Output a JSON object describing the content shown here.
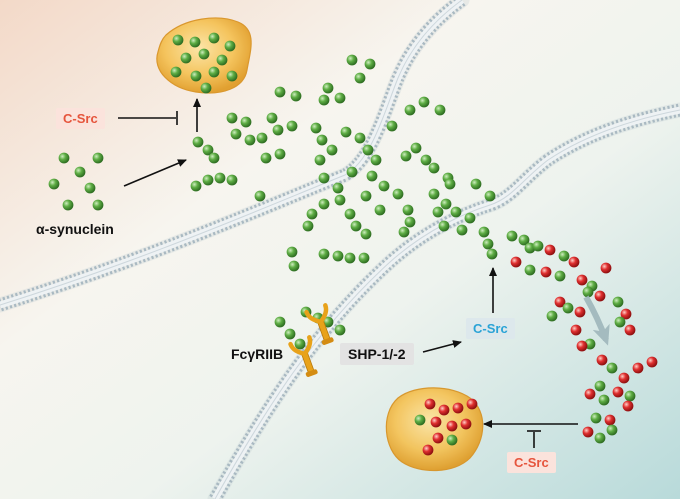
{
  "labels": {
    "csrc_top": "C-Src",
    "alpha_synuclein": "α-synuclein",
    "fcgriib": "FcγRIIB",
    "shp": "SHP-1/-2",
    "csrc_middle": "C-Src",
    "csrc_bottom": "C-Src"
  },
  "colors": {
    "synuclein_green": "#4f9a3a",
    "phospho_red": "#d42a2a",
    "receptor_orange": "#e8a21a",
    "vesicle_orange": "#f2b13a",
    "csrc_red_text": "#e6553d",
    "csrc_blue_text": "#2aa3d6"
  },
  "icons": [
    "membrane-bilayer",
    "vesicle",
    "synuclein-monomer",
    "phospho-synuclein",
    "fc-receptor",
    "inhibition-bar-arrow",
    "activation-arrow"
  ]
}
